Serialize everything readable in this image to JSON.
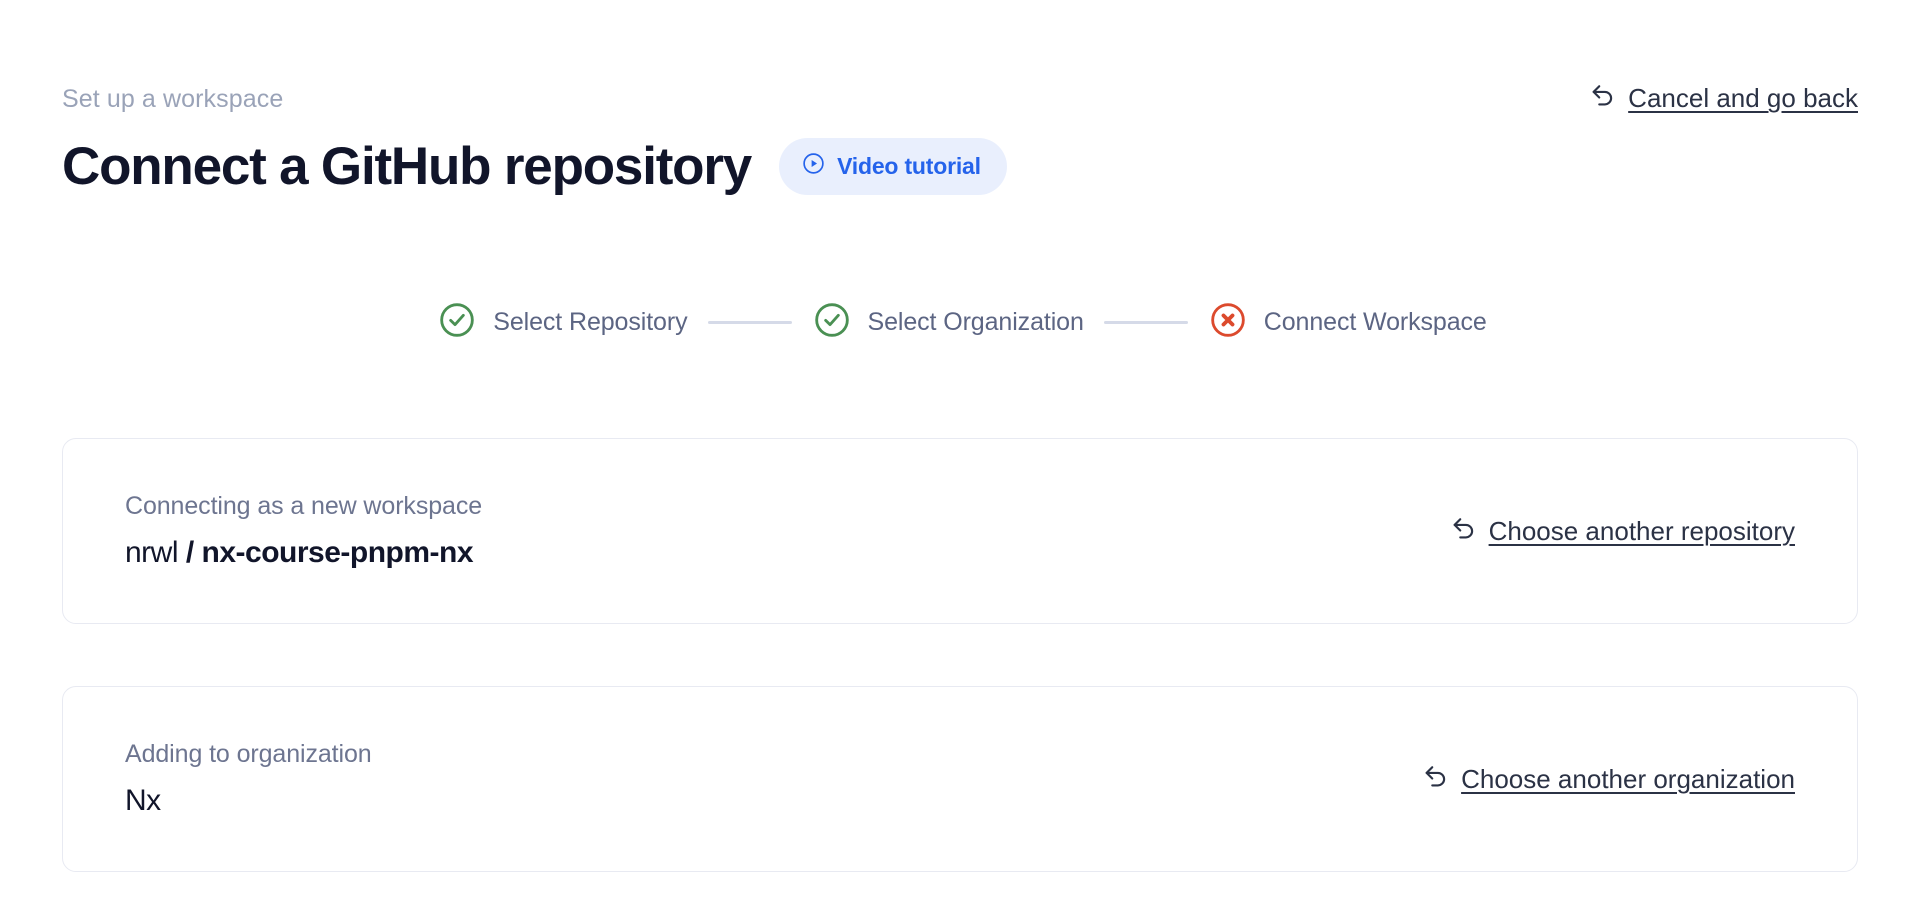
{
  "header": {
    "eyebrow": "Set up a workspace",
    "title": "Connect a GitHub repository",
    "video_badge": {
      "label": "Video tutorial",
      "icon": "play-circle-icon",
      "bg_color": "#e9effd",
      "text_color": "#2563eb"
    },
    "cancel_link": {
      "label": "Cancel and go back",
      "icon": "arrow-uturn-left-icon"
    }
  },
  "stepper": {
    "steps": [
      {
        "label": "Select Repository",
        "state": "complete",
        "icon": "check-circle-icon",
        "color": "#4a9053"
      },
      {
        "label": "Select Organization",
        "state": "complete",
        "icon": "check-circle-icon",
        "color": "#4a9053"
      },
      {
        "label": "Connect Workspace",
        "state": "error",
        "icon": "x-circle-icon",
        "color": "#dc4a2d"
      }
    ],
    "connector_color": "#d5dae8",
    "label_color": "#5c6583"
  },
  "cards": [
    {
      "caption": "Connecting as a new workspace",
      "owner": "nrwl",
      "separator": " / ",
      "repo": "nx-course-pnpm-nx",
      "link": {
        "label": "Choose another repository",
        "icon": "arrow-uturn-left-icon"
      }
    },
    {
      "caption": "Adding to organization",
      "value": "Nx",
      "link": {
        "label": "Choose another organization",
        "icon": "arrow-uturn-left-icon"
      }
    }
  ]
}
